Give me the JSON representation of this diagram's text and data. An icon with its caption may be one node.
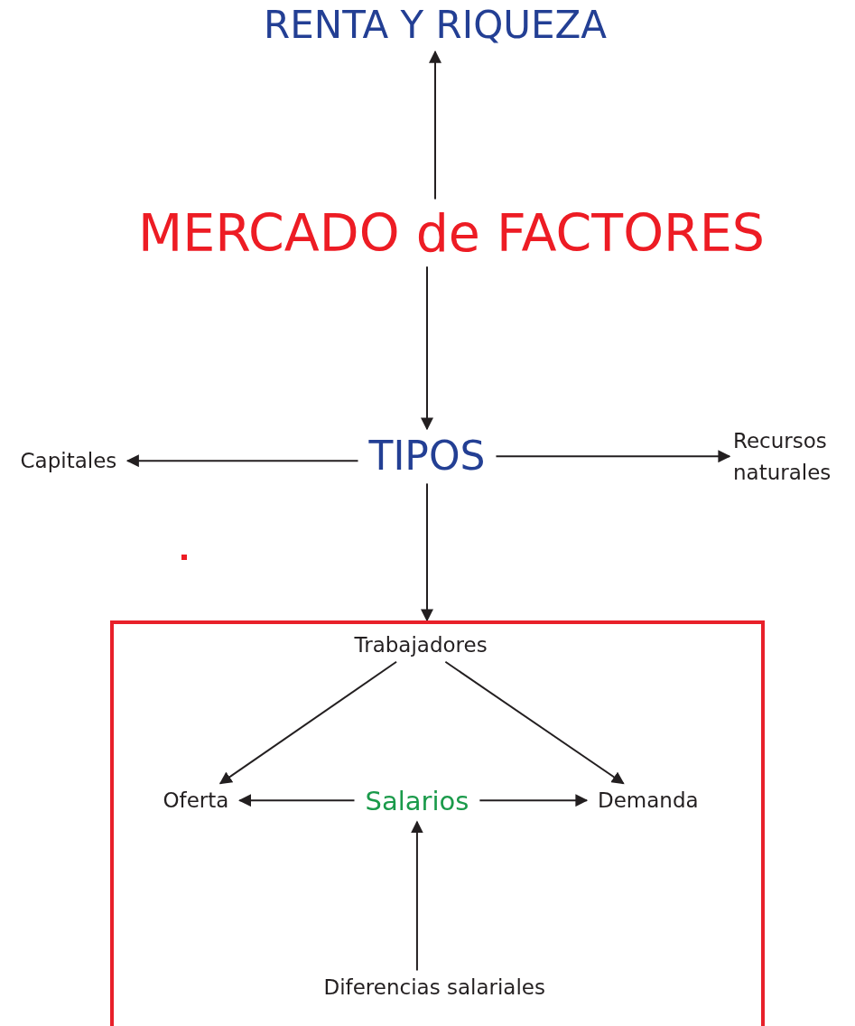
{
  "diagram": {
    "nodes": [
      {
        "text": [
          "RENTA Y RIQUEZA"
        ]
      },
      {
        "text": [
          "MERCADO de FACTORES"
        ]
      },
      {
        "text": [
          "TIPOS"
        ]
      },
      {
        "text": [
          "Capitales"
        ]
      },
      {
        "text": [
          "Recursos naturales"
        ]
      },
      {
        "text": [],
        "shape": "box"
      },
      {
        "text": [
          "Trabajadores"
        ],
        "in": 5
      },
      {
        "text": [
          "Oferta"
        ],
        "in": 5
      },
      {
        "text": [
          "Salarios"
        ],
        "in": 5
      },
      {
        "text": [
          "Demanda"
        ],
        "in": 5
      },
      {
        "text": [
          "Diferencias salariales"
        ],
        "in": 5
      }
    ],
    "edges": [
      {
        "from": 1,
        "to": 0,
        "arrow": "to"
      },
      {
        "from": 1,
        "to": 2,
        "arrow": "to"
      },
      {
        "from": 2,
        "to": 3,
        "arrow": "to"
      },
      {
        "from": 2,
        "to": 4,
        "arrow": "to"
      },
      {
        "from": 2,
        "to": 5,
        "arrow": "to"
      },
      {
        "from": 6,
        "to": 7,
        "arrow": "to"
      },
      {
        "from": 6,
        "to": 9,
        "arrow": "to"
      },
      {
        "from": 8,
        "to": 7,
        "arrow": "to"
      },
      {
        "from": 8,
        "to": 9,
        "arrow": "to"
      },
      {
        "from": 10,
        "to": 8,
        "arrow": "to"
      }
    ]
  }
}
